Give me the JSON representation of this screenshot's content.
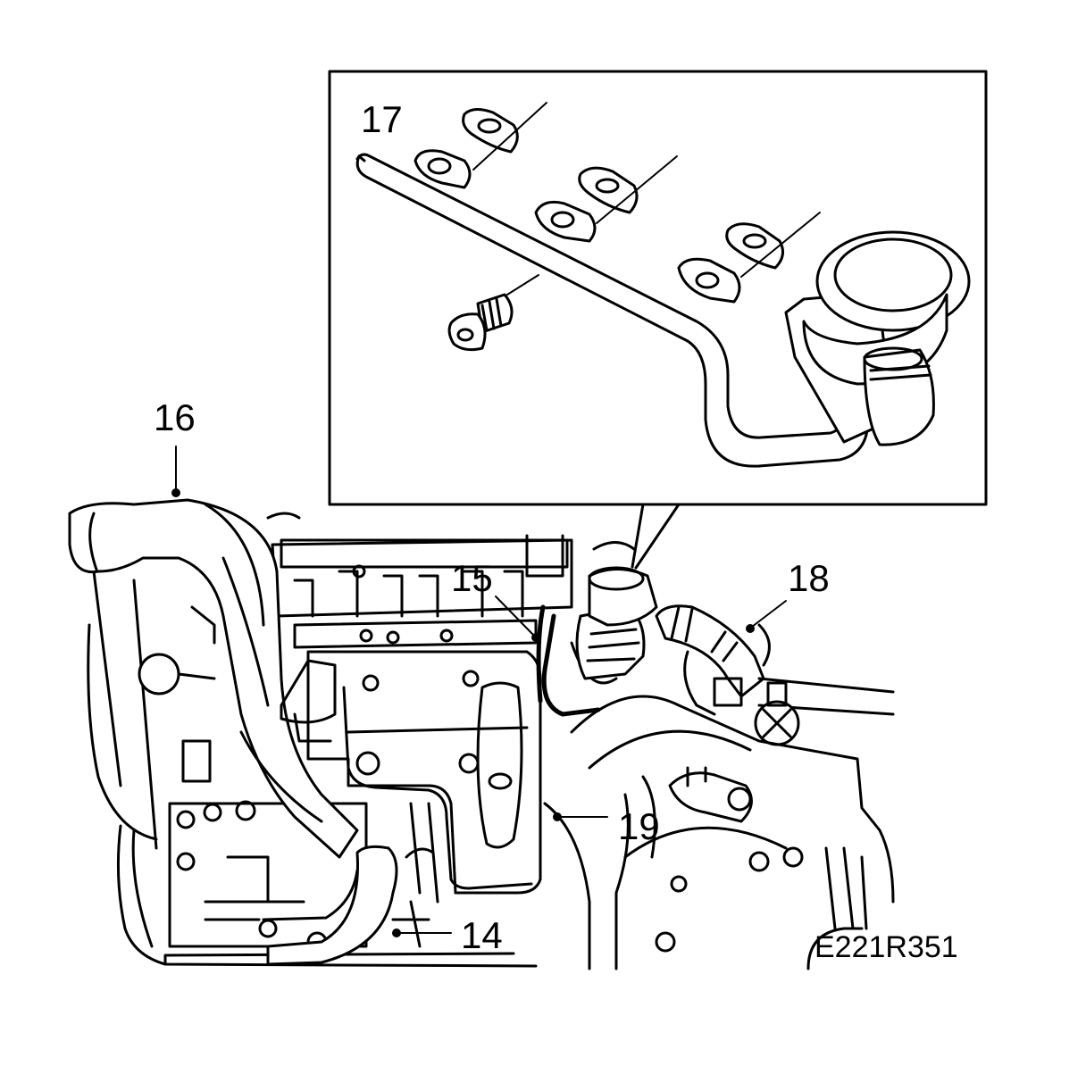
{
  "labels": {
    "callout_14": "14",
    "callout_15": "15",
    "callout_16": "16",
    "callout_17": "17",
    "callout_18": "18",
    "callout_19": "19"
  },
  "reference_code": "E221R351"
}
